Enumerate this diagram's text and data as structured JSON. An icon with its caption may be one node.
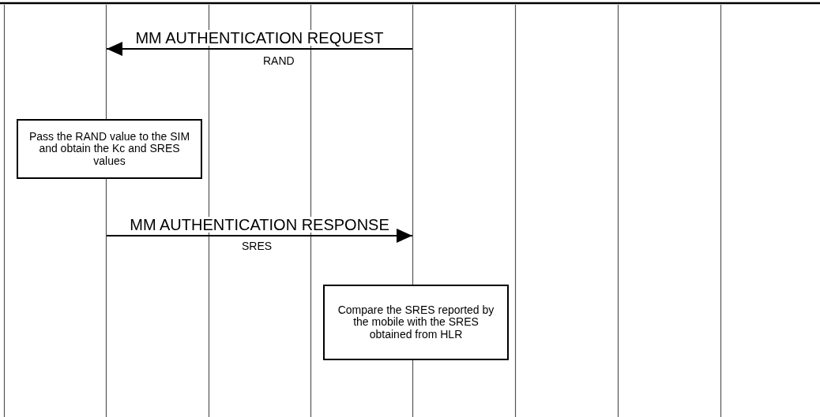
{
  "diagram": {
    "nodes": [
      {
        "text": [],
        "shape": "bar"
      },
      {
        "text": [],
        "shape": "bar"
      },
      {
        "text": [],
        "shape": "bar"
      },
      {
        "text": [],
        "shape": "bar"
      },
      {
        "text": [],
        "shape": "bar"
      },
      {
        "text": [],
        "shape": "bar"
      },
      {
        "text": [],
        "shape": "bar"
      },
      {
        "text": [],
        "shape": "bar"
      },
      {
        "text": [
          "Pass the RAND value to the SIM and obtain the Kc and SRES values"
        ]
      },
      {
        "text": [
          "Compare the SRES reported by the mobile with the SRES obtained from HLR"
        ]
      }
    ],
    "edges": [
      {
        "from": 4,
        "to": 1,
        "arrow": "to",
        "label": "MM AUTHENTICATION REQUEST"
      },
      {
        "from": 1,
        "to": 4,
        "arrow": "to",
        "label": "MM AUTHENTICATION RESPONSE"
      }
    ],
    "labels": [
      "RAND",
      "SRES"
    ]
  }
}
